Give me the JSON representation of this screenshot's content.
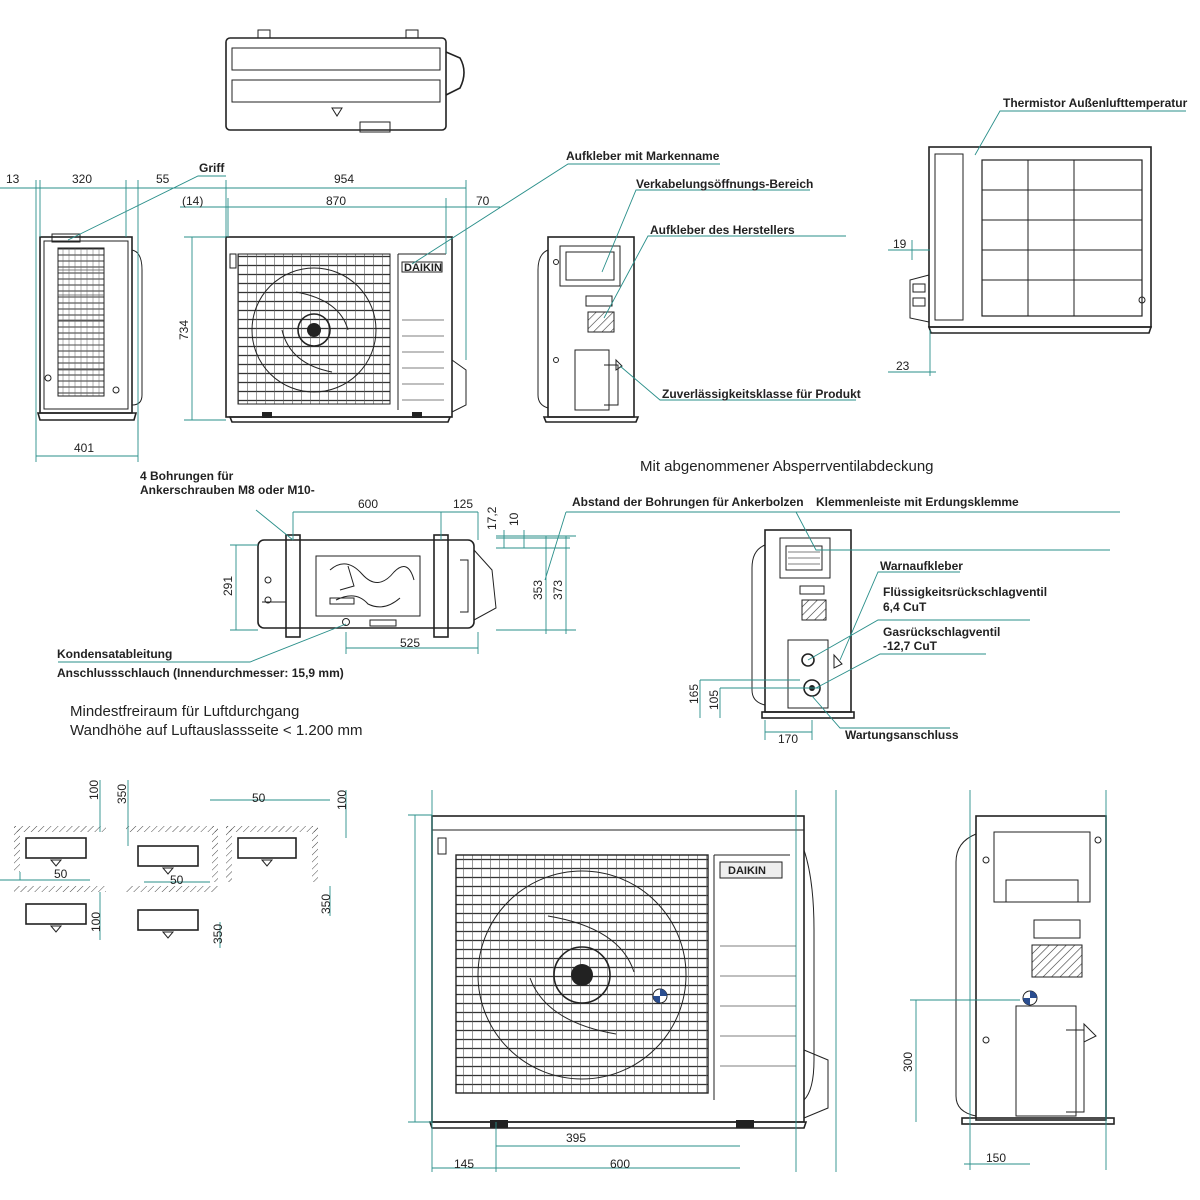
{
  "brand": "DAIKIN",
  "accent_color": "#2a8f8a",
  "labels": {
    "griff": "Griff",
    "markenname": "Aufkleber mit Markenname",
    "verkabelung": "Verkabelungsöffnungs-Bereich",
    "hersteller": "Aufkleber des Herstellers",
    "zuverlaessigkeit": "Zuverlässigkeitsklasse für Produkt",
    "thermistor": "Thermistor Außenlufttemperatur",
    "bohrungen_1": "4 Bohrungen für",
    "bohrungen_2": "Ankerschrauben M8 oder M10-",
    "abstand_bohrungen": "Abstand der Bohrungen für Ankerbolzen",
    "klemmenleiste": "Klemmenleiste mit Erdungsklemme",
    "mit_abgenommener": "Mit abgenommener Absperrventilabdeckung",
    "warnaufkleber": "Warnaufkleber",
    "fluessig_1": "Flüssigkeitsrückschlagventil",
    "fluessig_2": "6,4 CuT",
    "gas_1": "Gasrückschlagventil",
    "gas_2": "-12,7 CuT",
    "wartung": "Wartungsanschluss",
    "kondensat_1": "Kondensatableitung",
    "kondensat_2": "Anschlussschlauch (Innendurchmesser: 15,9 mm)",
    "freiraum_1": "Mindestfreiraum für Luftdurchgang",
    "freiraum_2": "Wandhöhe auf Luftauslassseite < 1.200 mm"
  },
  "dimensions": {
    "d13": "13",
    "d320": "320",
    "d55": "55",
    "d954": "954",
    "d14": "(14)",
    "d870": "870",
    "d70": "70",
    "d734": "734",
    "d401": "401",
    "d19": "19",
    "d23": "23",
    "d600": "600",
    "d125": "125",
    "d17_2": "17,2",
    "d10": "10",
    "d291": "291",
    "d353": "353",
    "d373": "373",
    "d525": "525",
    "d165": "165",
    "d105": "105",
    "d170": "170",
    "c100": "100",
    "c350": "350",
    "c50": "50",
    "b395": "395",
    "b145": "145",
    "b600": "600",
    "b300": "300",
    "b150": "150"
  }
}
